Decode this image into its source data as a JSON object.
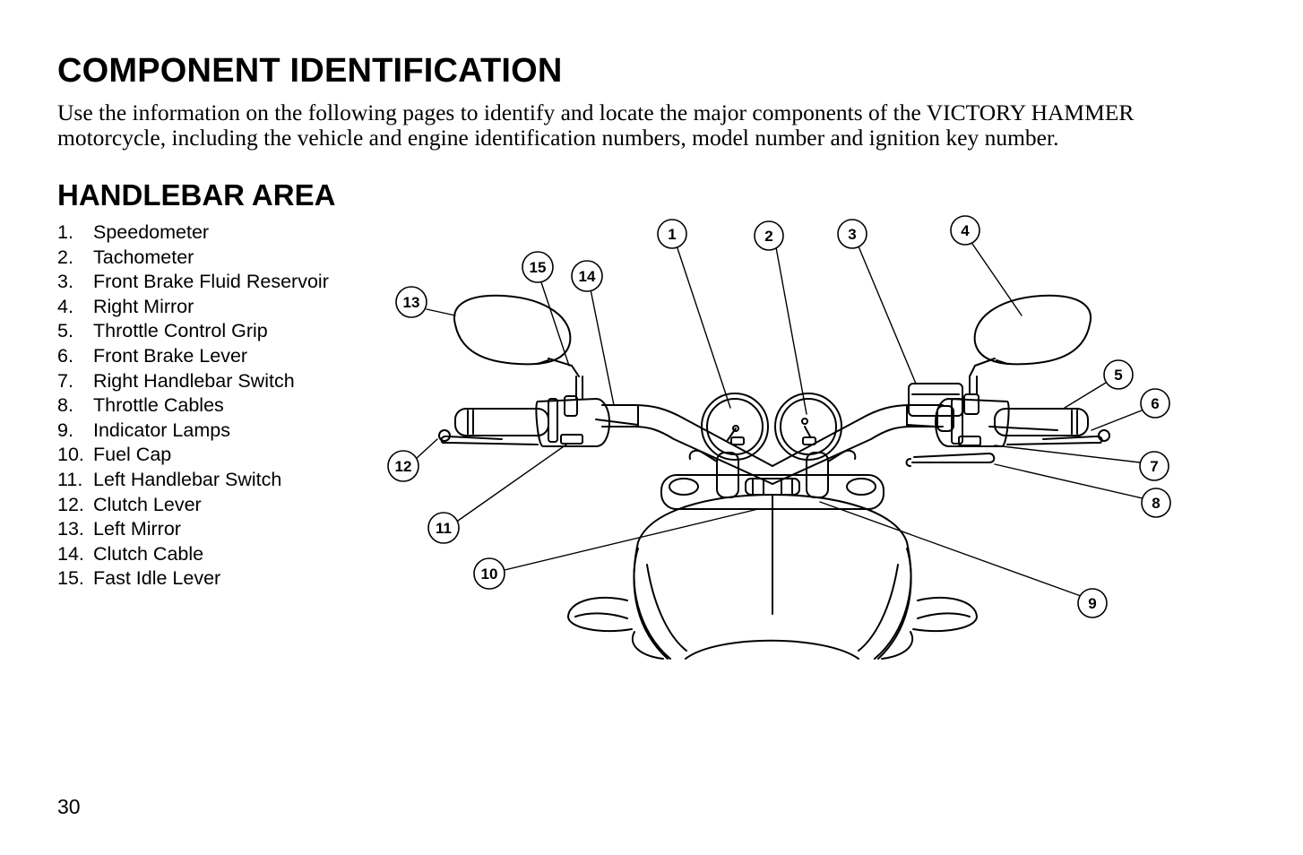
{
  "page": {
    "title": "COMPONENT IDENTIFICATION",
    "intro": "Use the information on the following pages to identify and locate the major components of the VICTORY HAMMER motorcycle, including the vehicle and engine identification numbers, model number and ignition key number.",
    "section_title": "HANDLEBAR AREA",
    "page_number": "30"
  },
  "legend": [
    {
      "num": "1.",
      "label": "Speedometer"
    },
    {
      "num": "2.",
      "label": "Tachometer"
    },
    {
      "num": "3.",
      "label": "Front Brake Fluid Reservoir"
    },
    {
      "num": "4.",
      "label": "Right Mirror"
    },
    {
      "num": "5.",
      "label": "Throttle Control Grip"
    },
    {
      "num": "6.",
      "label": "Front Brake Lever"
    },
    {
      "num": "7.",
      "label": "Right Handlebar Switch"
    },
    {
      "num": "8.",
      "label": "Throttle Cables"
    },
    {
      "num": "9.",
      "label": "Indicator Lamps"
    },
    {
      "num": "10.",
      "label": "Fuel Cap"
    },
    {
      "num": "11.",
      "label": "Left Handlebar Switch"
    },
    {
      "num": "12.",
      "label": "Clutch Lever"
    },
    {
      "num": "13.",
      "label": "Left Mirror"
    },
    {
      "num": "14.",
      "label": "Clutch Cable"
    },
    {
      "num": "15.",
      "label": "Fast Idle Lever"
    }
  ],
  "callouts": [
    "1",
    "2",
    "3",
    "4",
    "5",
    "6",
    "7",
    "8",
    "9",
    "10",
    "11",
    "12",
    "13",
    "14",
    "15"
  ]
}
